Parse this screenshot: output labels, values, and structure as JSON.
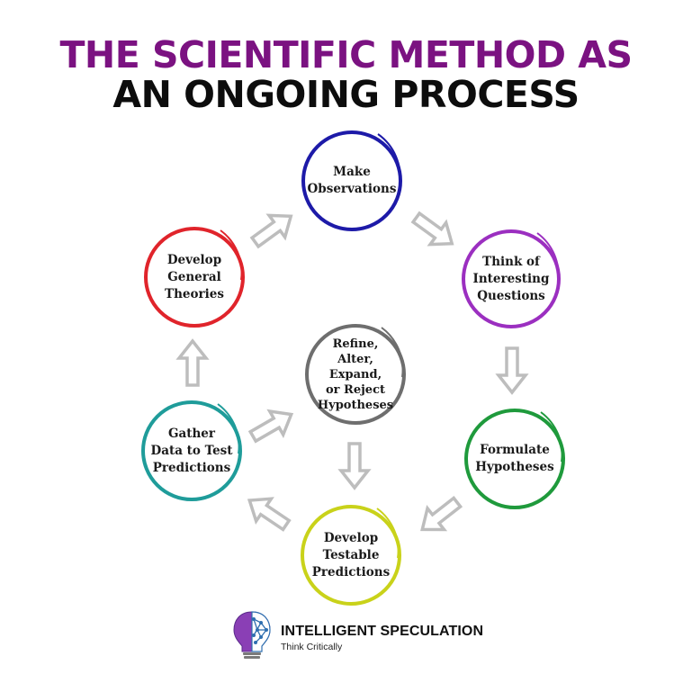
{
  "title": {
    "line1": "THE SCIENTIFIC METHOD AS",
    "line2": "AN ONGOING PROCESS",
    "line1_color": "#7b1281",
    "line2_color": "#0d0d0d"
  },
  "nodes": {
    "observations": {
      "label": "Make\nObservations",
      "color": "#1d1aa8"
    },
    "questions": {
      "label": "Think of\nInteresting\nQuestions",
      "color": "#9b2fc0"
    },
    "hypotheses": {
      "label": "Formulate\nHypotheses",
      "color": "#1f9a3c"
    },
    "predictions": {
      "label": "Develop\nTestable\nPredictions",
      "color": "#c9d21a"
    },
    "gather": {
      "label": "Gather\nData to Test\nPredictions",
      "color": "#1f9c9a"
    },
    "theories": {
      "label": "Develop\nGeneral\nTheories",
      "color": "#e0242b"
    },
    "refine": {
      "label": "Refine,\nAlter,\nExpand,\nor Reject\nHypotheses",
      "color": "#6e6e6e"
    }
  },
  "arrow_color": "#bdbdbd",
  "brand": {
    "name": "INTELLIGENT SPECULATION",
    "tagline": "Think Critically",
    "icon": "lightbulb-brain-icon"
  }
}
